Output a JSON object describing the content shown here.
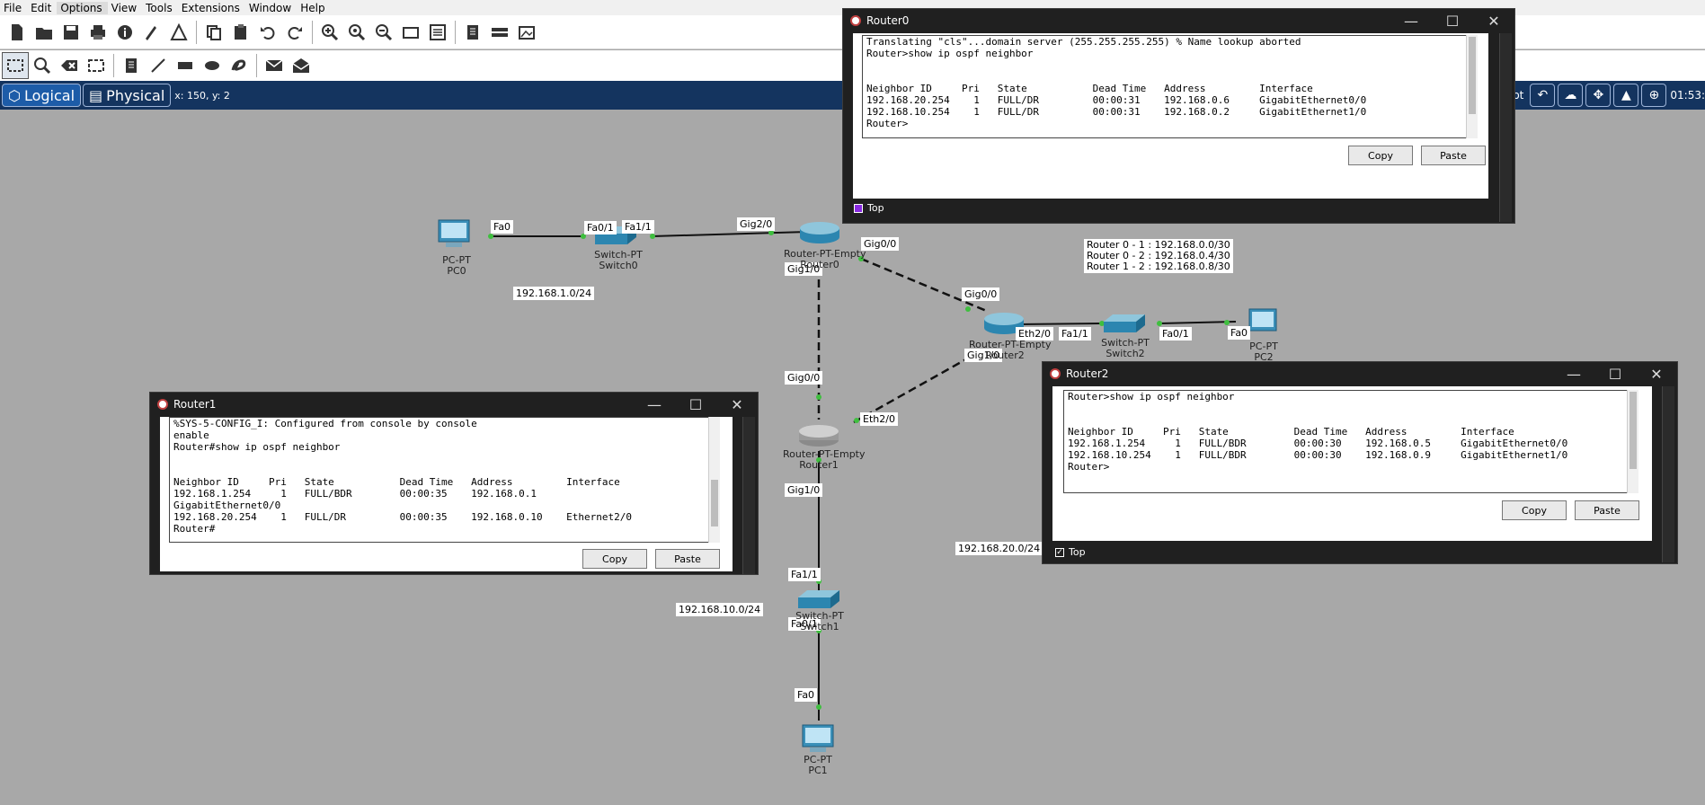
{
  "menu": [
    "File",
    "Edit",
    "Options",
    "View",
    "Tools",
    "Extensions",
    "Window",
    "Help"
  ],
  "workspace": {
    "logical": "Logical",
    "physical": "Physical",
    "coords": "x: 150, y: 2",
    "root": "Root",
    "clock": "01:53:"
  },
  "labels": {
    "pc0_fa0": "Fa0",
    "sw0_fa01": "Fa0/1",
    "sw0_fa11": "Fa1/1",
    "r0_gig20": "Gig2/0",
    "r0_gig00": "Gig0/0",
    "r0_gig10": "Gig1/0",
    "r2_gig00": "Gig0/0",
    "r2_eth20": "Eth2/0",
    "r2_gig10": "Gig1/0",
    "sw2_fa11": "Fa1/1",
    "sw2_fa01": "Fa0/1",
    "pc2_fa0": "Fa0",
    "r1_gig00": "Gig0/0",
    "r1_eth20": "Eth2/0",
    "r1_gig10": "Gig1/0",
    "sw1_fa11": "Fa1/1",
    "sw1_fa01": "Fa0/1",
    "pc1_fa0": "Fa0",
    "net1": "192.168.1.0/24",
    "net10": "192.168.10.0/24",
    "net20": "192.168.20.0/24",
    "note": [
      "Router 0 - 1 : 192.168.0.0/30",
      "Router 0 - 2 : 192.168.0.4/30",
      "Router 1 - 2 : 192.168.0.8/30"
    ]
  },
  "devices": {
    "pc0": [
      "PC-PT",
      "PC0"
    ],
    "sw0": [
      "Switch-PT",
      "Switch0"
    ],
    "r0": [
      "Router-PT-Empty",
      "Router0"
    ],
    "r2": [
      "Router-PT-Empty",
      "Router2"
    ],
    "sw2": [
      "Switch-PT",
      "Switch2"
    ],
    "pc2": [
      "PC-PT",
      "PC2"
    ],
    "r1": [
      "Router-PT-Empty",
      "Router1"
    ],
    "sw1": [
      "Switch-PT",
      "Switch1"
    ],
    "pc1": [
      "PC-PT",
      "PC1"
    ]
  },
  "router0": {
    "title": "Router0",
    "terminal": "Translating \"cls\"...domain server (255.255.255.255) % Name lookup aborted\nRouter>show ip ospf neighbor\n\n\nNeighbor ID     Pri   State           Dead Time   Address         Interface\n192.168.20.254    1   FULL/DR         00:00:31    192.168.0.6     GigabitEthernet0/0\n192.168.10.254    1   FULL/DR         00:00:31    192.168.0.2     GigabitEthernet1/0\nRouter>",
    "copy": "Copy",
    "paste": "Paste",
    "top": "Top"
  },
  "router1": {
    "title": "Router1",
    "terminal": "%SYS-5-CONFIG_I: Configured from console by console\nenable\nRouter#show ip ospf neighbor\n\n\nNeighbor ID     Pri   State           Dead Time   Address         Interface\n192.168.1.254     1   FULL/BDR        00:00:35    192.168.0.1\nGigabitEthernet0/0\n192.168.20.254    1   FULL/DR         00:00:35    192.168.0.10    Ethernet2/0\nRouter#",
    "copy": "Copy",
    "paste": "Paste"
  },
  "router2": {
    "title": "Router2",
    "terminal": "Router>show ip ospf neighbor\n\n\nNeighbor ID     Pri   State           Dead Time   Address         Interface\n192.168.1.254     1   FULL/BDR        00:00:30    192.168.0.5     GigabitEthernet0/0\n192.168.10.254    1   FULL/BDR        00:00:30    192.168.0.9     GigabitEthernet1/0\nRouter>",
    "copy": "Copy",
    "paste": "Paste",
    "top": "Top"
  },
  "colors": {
    "link_port": "#3fbf3f",
    "workspace_bar": "#14345f",
    "top_checkbox_r0": "#8a2be2"
  }
}
